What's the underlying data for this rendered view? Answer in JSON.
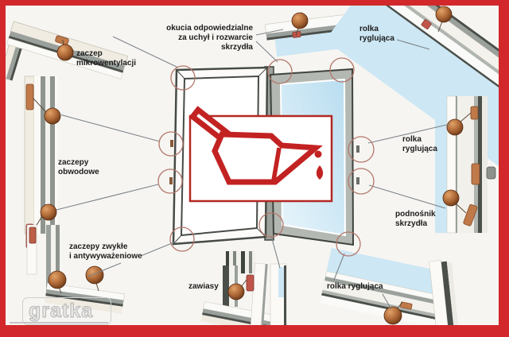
{
  "figure": {
    "title_hint": "window fittings diagram",
    "watermark": "gratka",
    "labels": {
      "microvent": {
        "lines": [
          "zaczep",
          "mikrowentylacji"
        ]
      },
      "fittings": {
        "lines": [
          "okucia odpowiedzialne",
          "za uchył i rozwarcie",
          "skrzydła"
        ]
      },
      "roller_top": {
        "lines": [
          "rolka",
          "ryglująca"
        ]
      },
      "perimeter": {
        "lines": [
          "zaczepy",
          "obwodowe"
        ]
      },
      "roller_right": {
        "lines": [
          "rolka",
          "ryglująca"
        ]
      },
      "lifter": {
        "lines": [
          "podnośnik",
          "skrzydła"
        ]
      },
      "catches": {
        "lines": [
          "zaczepy zwykłe",
          "i antywyważeniowe"
        ]
      },
      "hinges": {
        "lines": [
          "zawiasy"
        ]
      },
      "roller_bottom": {
        "lines": [
          "rolka ryglująca"
        ]
      }
    },
    "colors": {
      "border_red": "#d2282b",
      "icon_red": "#c32222",
      "glass_blue": "#cde7f4",
      "copper": "#b5703f",
      "circle_outline": "#b4786b",
      "frame_gray": "#9aa09c"
    }
  }
}
